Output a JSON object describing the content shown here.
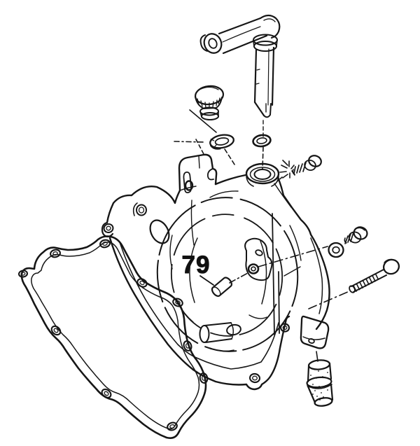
{
  "diagram": {
    "type": "exploded-parts-line-drawing",
    "subject": "engine side crankcase / clutch cover assembly",
    "background_color": "#ffffff",
    "ink_color": "#161616",
    "callouts": [
      {
        "label": "79",
        "part": "dowel-pin"
      }
    ],
    "parts": [
      {
        "id": "filler-tube-dipstick",
        "name": "oil filler tube / dipstick with handle"
      },
      {
        "id": "filler-cap",
        "name": "knurled oil filler cap"
      },
      {
        "id": "seal-washer",
        "name": "cap sealing washer"
      },
      {
        "id": "o-ring",
        "name": "o-ring"
      },
      {
        "id": "lock-washer-screw",
        "name": "screw with toothed lock washer"
      },
      {
        "id": "crankcase-cover",
        "name": "crankcase side cover casting"
      },
      {
        "id": "gasket",
        "name": "cover gasket"
      },
      {
        "id": "dowel-pin",
        "name": "dowel pin (callout 79)"
      },
      {
        "id": "flat-washer",
        "name": "flat washer"
      },
      {
        "id": "short-bolt",
        "name": "short flange bolt"
      },
      {
        "id": "long-bolt",
        "name": "long flange bolt"
      },
      {
        "id": "rubber-plug",
        "name": "rubber plug cap"
      }
    ]
  }
}
